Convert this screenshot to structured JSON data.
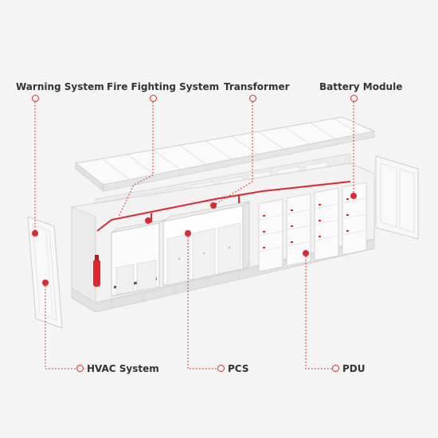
{
  "labels": {
    "warning_system": "Warning System",
    "fire_fighting_system": "Fire Fighting System",
    "transformer": "Transformer",
    "battery_module": "Battery Module",
    "hvac_system": "HVAC System",
    "pcs": "PCS",
    "pdu": "PDU"
  },
  "colors": {
    "accent": "#e3262b",
    "label_text": "#333333",
    "background": "#f4f4f4",
    "panel": "#ffffff",
    "outline": "#cfcfcf"
  }
}
